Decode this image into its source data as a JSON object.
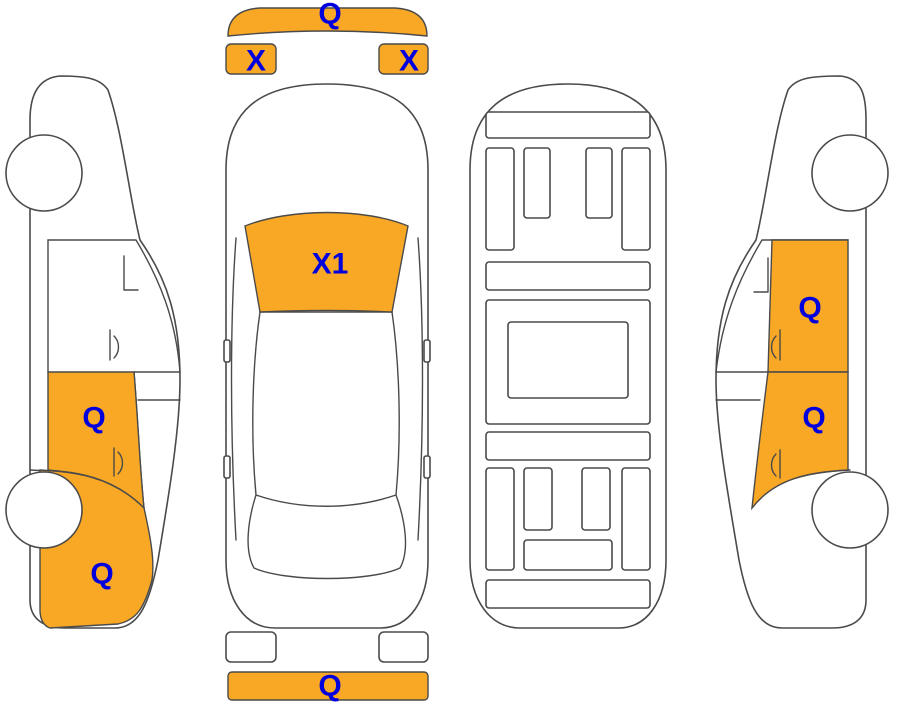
{
  "colors": {
    "damaged_fill": "#f9a825",
    "undamaged_fill": "#ffffff",
    "outline": "#4a4a4a",
    "label_text": "#0000dd"
  },
  "marks": {
    "rear_bumper": "Q",
    "left_tail_light": "X",
    "right_tail_light": "X",
    "rear_window": "X1",
    "left_front_door": "Q",
    "left_front_fender": "Q",
    "right_rear_door": "Q",
    "right_front_door": "Q",
    "front_bumper": "Q"
  }
}
